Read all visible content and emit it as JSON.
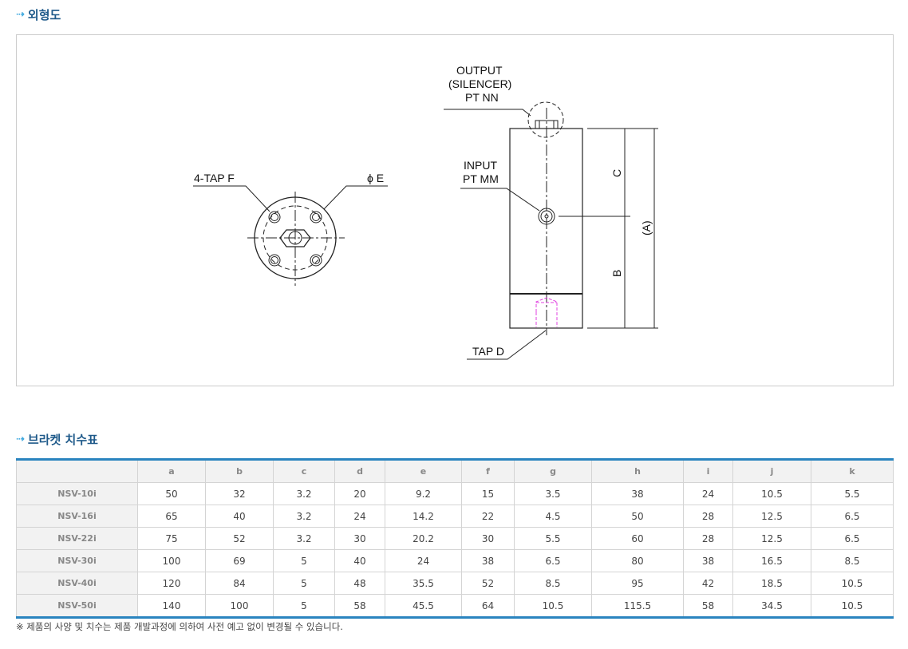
{
  "section1": {
    "icon": "dotted-arrow-icon",
    "title": "외형도"
  },
  "drawing": {
    "labels": {
      "tap_f": "4-TAP F",
      "phi_e": "ϕ E",
      "output": "OUTPUT",
      "silencer": "(SILENCER)",
      "pt_nn": "PT NN",
      "input": "INPUT",
      "pt_mm": "PT MM",
      "tap_d": "TAP D",
      "dim_c": "C",
      "dim_b": "B",
      "dim_a": "(A)"
    },
    "colors": {
      "line": "#222222",
      "hidden": "#e040e0"
    }
  },
  "section2": {
    "icon": "dotted-arrow-icon",
    "title": "브라켓 치수표"
  },
  "table": {
    "headers": [
      "",
      "a",
      "b",
      "c",
      "d",
      "e",
      "f",
      "g",
      "h",
      "i",
      "j",
      "k"
    ],
    "rows": [
      [
        "NSV-10i",
        "50",
        "32",
        "3.2",
        "20",
        "9.2",
        "15",
        "3.5",
        "38",
        "24",
        "10.5",
        "5.5"
      ],
      [
        "NSV-16i",
        "65",
        "40",
        "3.2",
        "24",
        "14.2",
        "22",
        "4.5",
        "50",
        "28",
        "12.5",
        "6.5"
      ],
      [
        "NSV-22i",
        "75",
        "52",
        "3.2",
        "30",
        "20.2",
        "30",
        "5.5",
        "60",
        "28",
        "12.5",
        "6.5"
      ],
      [
        "NSV-30i",
        "100",
        "69",
        "5",
        "40",
        "24",
        "38",
        "6.5",
        "80",
        "38",
        "16.5",
        "8.5"
      ],
      [
        "NSV-40i",
        "120",
        "84",
        "5",
        "48",
        "35.5",
        "52",
        "8.5",
        "95",
        "42",
        "18.5",
        "10.5"
      ],
      [
        "NSV-50i",
        "140",
        "100",
        "5",
        "58",
        "45.5",
        "64",
        "10.5",
        "115.5",
        "58",
        "34.5",
        "10.5"
      ]
    ]
  },
  "note": "※ 제품의 사양 및 치수는 제품 개발과정에 의하여 사전 예고 없이 변경될 수 있습니다."
}
